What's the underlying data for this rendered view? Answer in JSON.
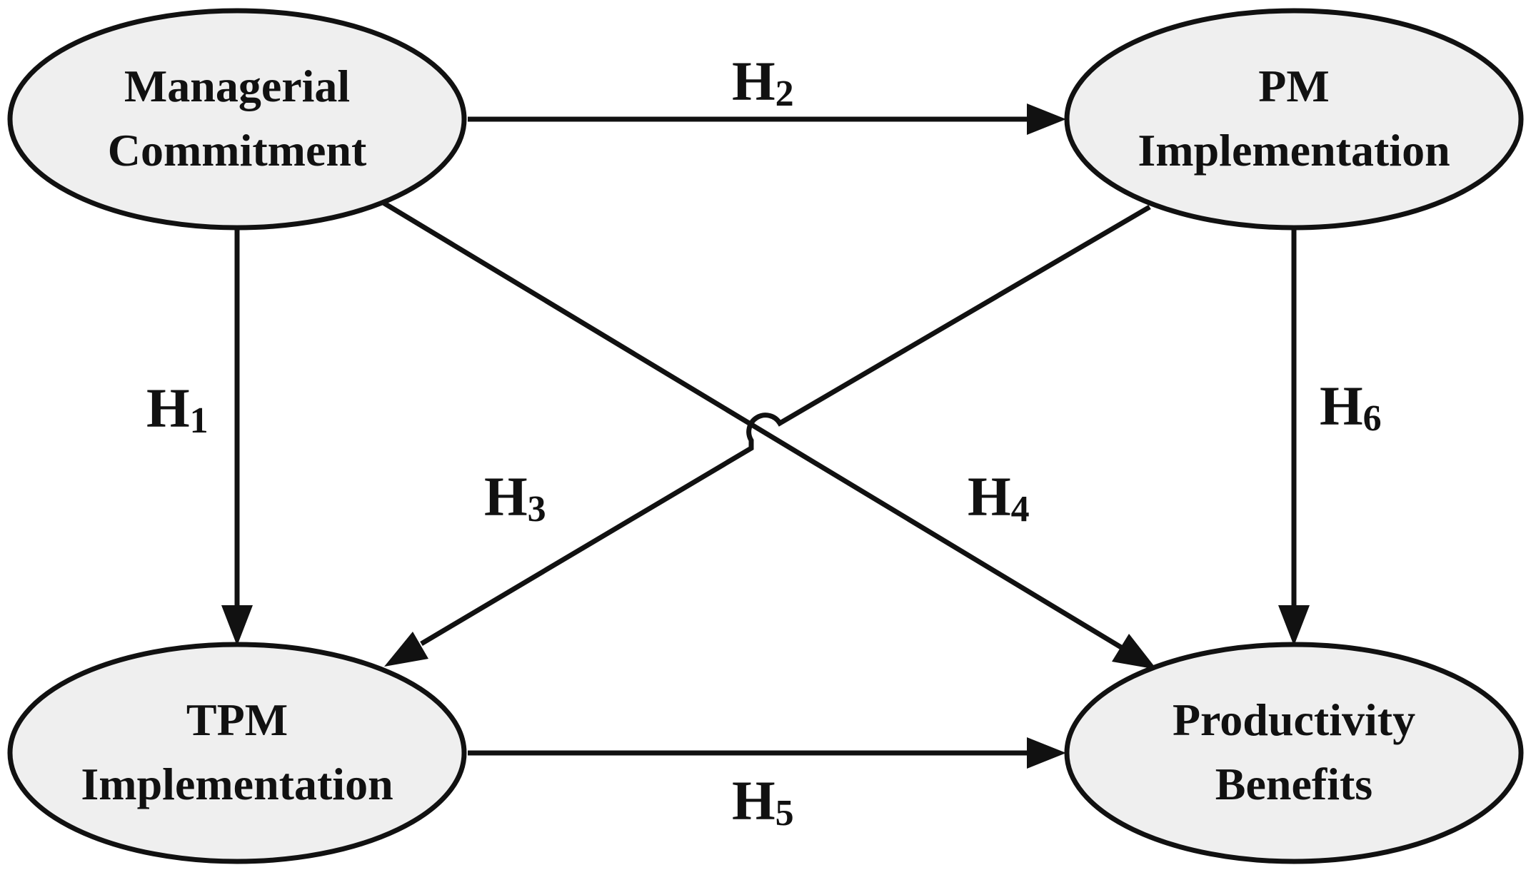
{
  "nodes": {
    "managerial_commitment": {
      "line1": "Managerial",
      "line2": "Commitment"
    },
    "pm_implementation": {
      "line1": "PM",
      "line2": "Implementation"
    },
    "tpm_implementation": {
      "line1": "TPM",
      "line2": "Implementation"
    },
    "productivity_benefits": {
      "line1": "Productivity",
      "line2": "Benefits"
    }
  },
  "hypotheses": {
    "h1": {
      "letter": "H",
      "index": "1"
    },
    "h2": {
      "letter": "H",
      "index": "2"
    },
    "h3": {
      "letter": "H",
      "index": "3"
    },
    "h4": {
      "letter": "H",
      "index": "4"
    },
    "h5": {
      "letter": "H",
      "index": "5"
    },
    "h6": {
      "letter": "H",
      "index": "6"
    }
  },
  "colors": {
    "node_fill": "#efefef",
    "stroke": "#111111"
  }
}
